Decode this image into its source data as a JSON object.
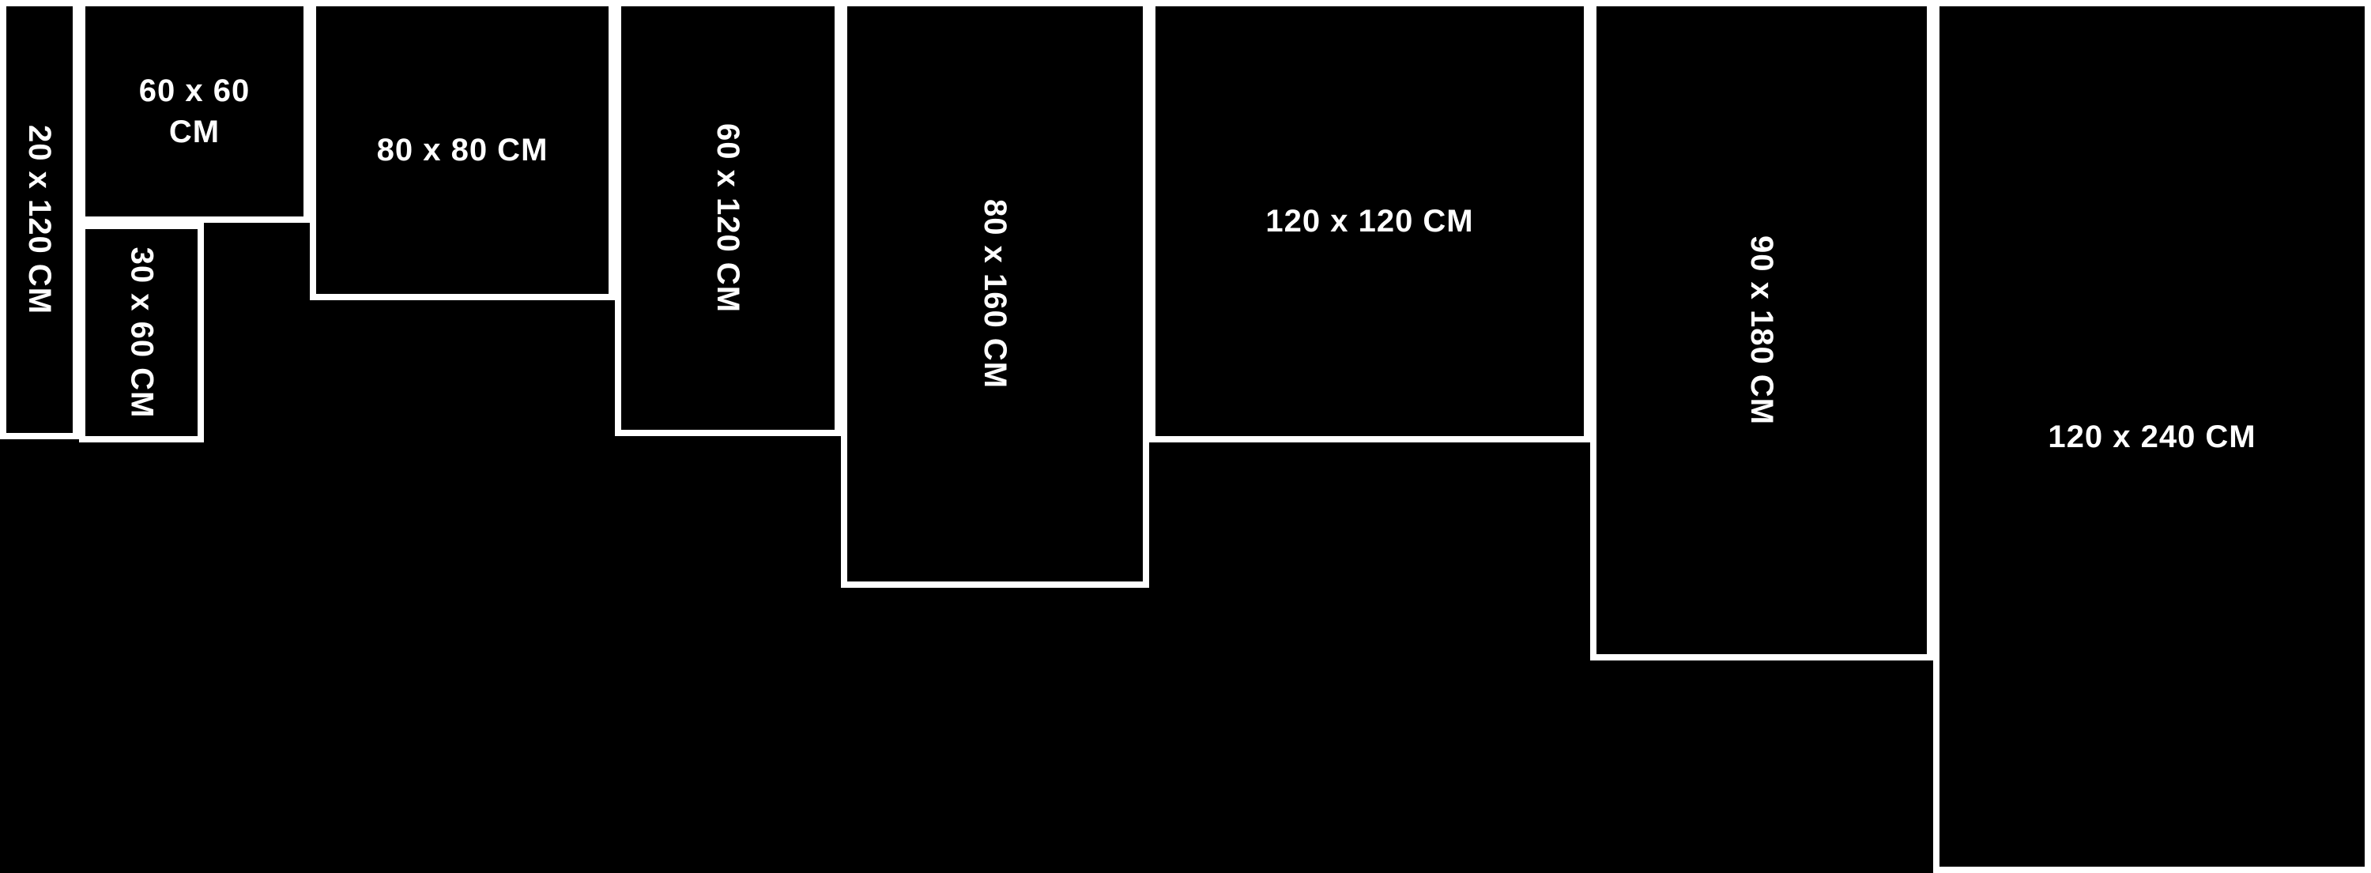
{
  "diagram": {
    "type": "tile-size-comparison",
    "unit": "CM",
    "colors": {
      "background": "#000000",
      "tile_fill": "#000000",
      "border": "#ffffff",
      "label_text": "#ffffff"
    },
    "tiles": [
      {
        "label": "20 x 120 CM",
        "width_cm": 20,
        "height_cm": 120,
        "label_orientation": "vertical"
      },
      {
        "label_line1": "60 x 60",
        "label_line2": "CM",
        "width_cm": 60,
        "height_cm": 60,
        "label_orientation": "horizontal"
      },
      {
        "label": "30 x 60 CM",
        "width_cm": 30,
        "height_cm": 60,
        "label_orientation": "vertical"
      },
      {
        "label": "80 x 80 CM",
        "width_cm": 80,
        "height_cm": 80,
        "label_orientation": "horizontal"
      },
      {
        "label": "60 x 120 CM",
        "width_cm": 60,
        "height_cm": 120,
        "label_orientation": "vertical"
      },
      {
        "label": "80 x 160 CM",
        "width_cm": 80,
        "height_cm": 160,
        "label_orientation": "vertical"
      },
      {
        "label": "120 x 120 CM",
        "width_cm": 120,
        "height_cm": 120,
        "label_orientation": "horizontal"
      },
      {
        "label": "90 x 180 CM",
        "width_cm": 90,
        "height_cm": 180,
        "label_orientation": "vertical"
      },
      {
        "label": "120 x 240 CM",
        "width_cm": 120,
        "height_cm": 240,
        "label_orientation": "horizontal"
      }
    ]
  }
}
